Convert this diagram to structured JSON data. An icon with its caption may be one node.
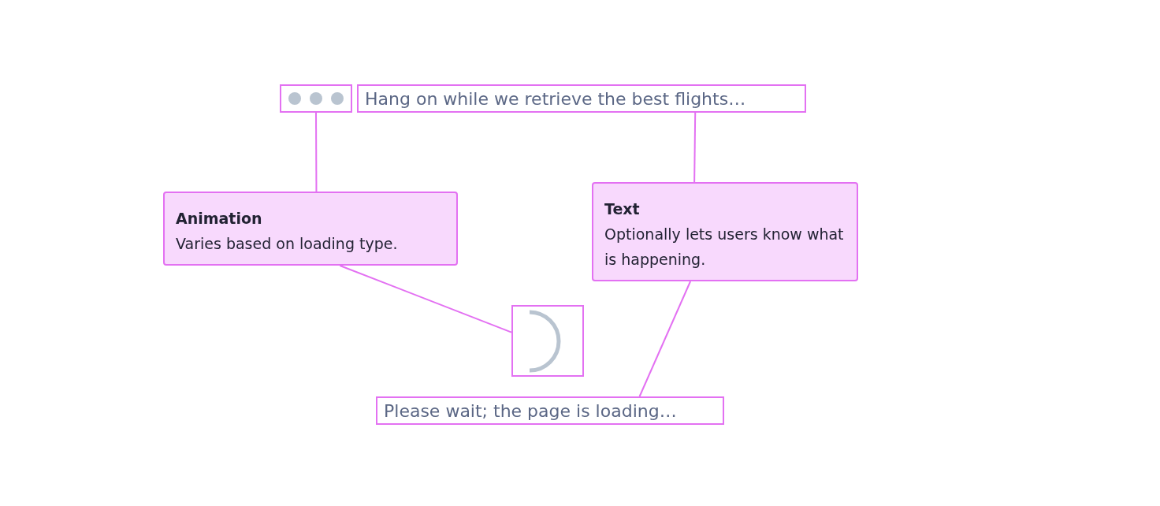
{
  "diagram": {
    "nodes": [
      {
        "text": [],
        "shape": "box"
      },
      {
        "text": [
          "Hang on while we retrieve the best flights…"
        ]
      },
      {
        "text": [
          "Animation",
          "Varies based on loading type."
        ]
      },
      {
        "text": [
          "Text",
          "Optionally lets users know what is happening."
        ]
      },
      {
        "text": [],
        "shape": "box"
      },
      {
        "text": [
          "Please wait; the page is loading…"
        ]
      }
    ],
    "edges": [
      {
        "from": 2,
        "to": 0,
        "arrow": "none"
      },
      {
        "from": 3,
        "to": 1,
        "arrow": "none"
      },
      {
        "from": 2,
        "to": 4,
        "arrow": "none"
      },
      {
        "from": 3,
        "to": 5,
        "arrow": "none"
      }
    ]
  }
}
